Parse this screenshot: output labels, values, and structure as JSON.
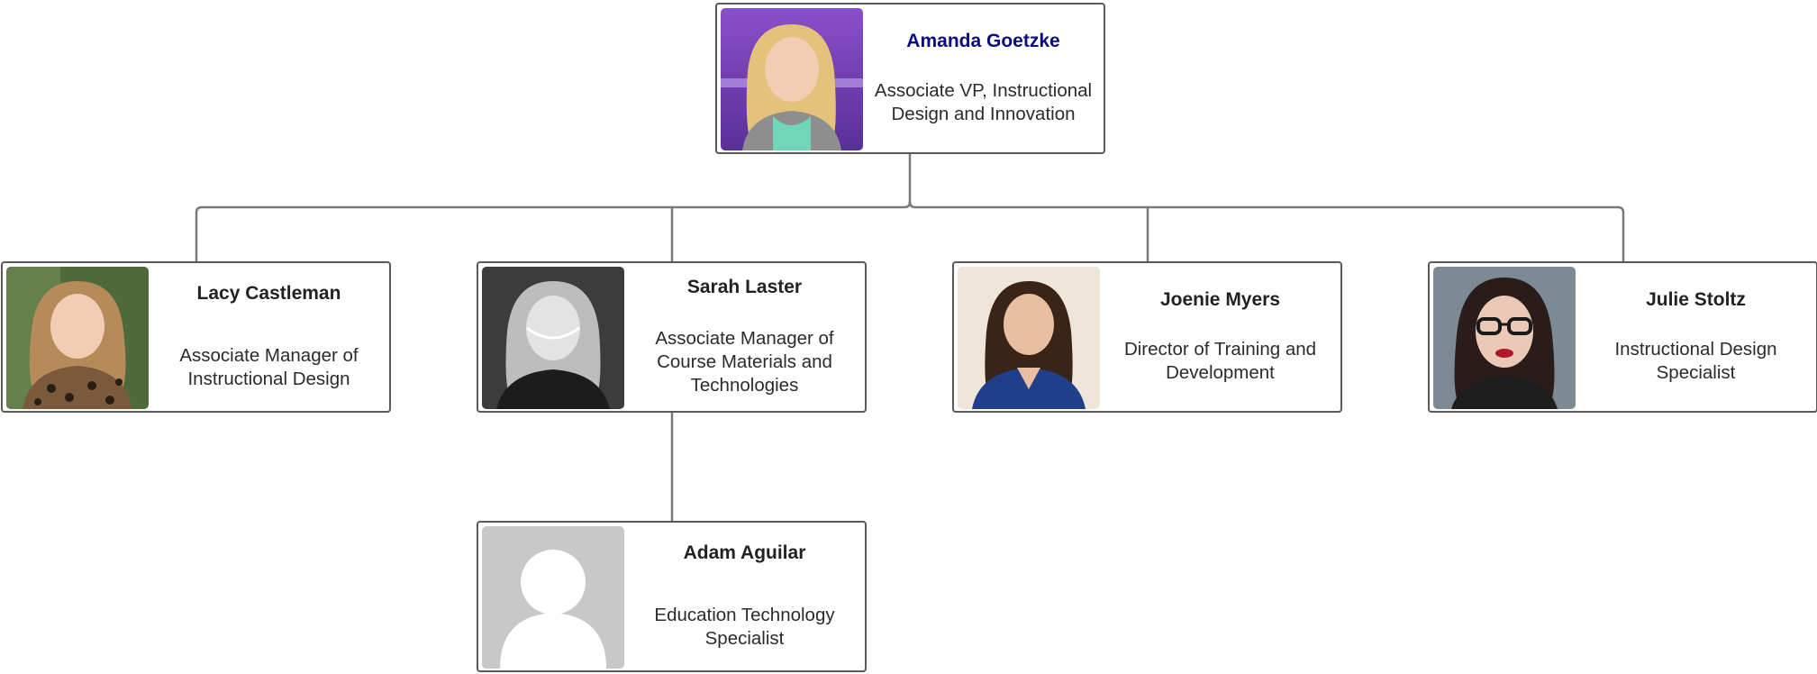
{
  "colors": {
    "connector": "#7a7a7a",
    "card_border": "#5a5a5a",
    "lead_name": "#0b0b82",
    "name": "#222222"
  },
  "lead": {
    "name": "Amanda Goetzke",
    "role": "Associate VP, Instructional Design and Innovation",
    "photo": "portrait-photo"
  },
  "reports": [
    {
      "name": "Lacy Castleman",
      "role": "Associate Manager of Instructional Design",
      "photo": "portrait-photo"
    },
    {
      "name": "Sarah Laster",
      "role": "Associate Manager of Course Materials and Technologies",
      "photo": "portrait-photo"
    },
    {
      "name": "Joenie Myers",
      "role": "Director of Training and Development",
      "photo": "portrait-photo"
    },
    {
      "name": "Julie Stoltz",
      "role": "Instructional Design Specialist",
      "photo": "portrait-photo"
    }
  ],
  "sub_reports": [
    {
      "name": "Adam Aguilar",
      "role": "Education Technology Specialist",
      "photo": "placeholder-avatar-icon"
    }
  ]
}
